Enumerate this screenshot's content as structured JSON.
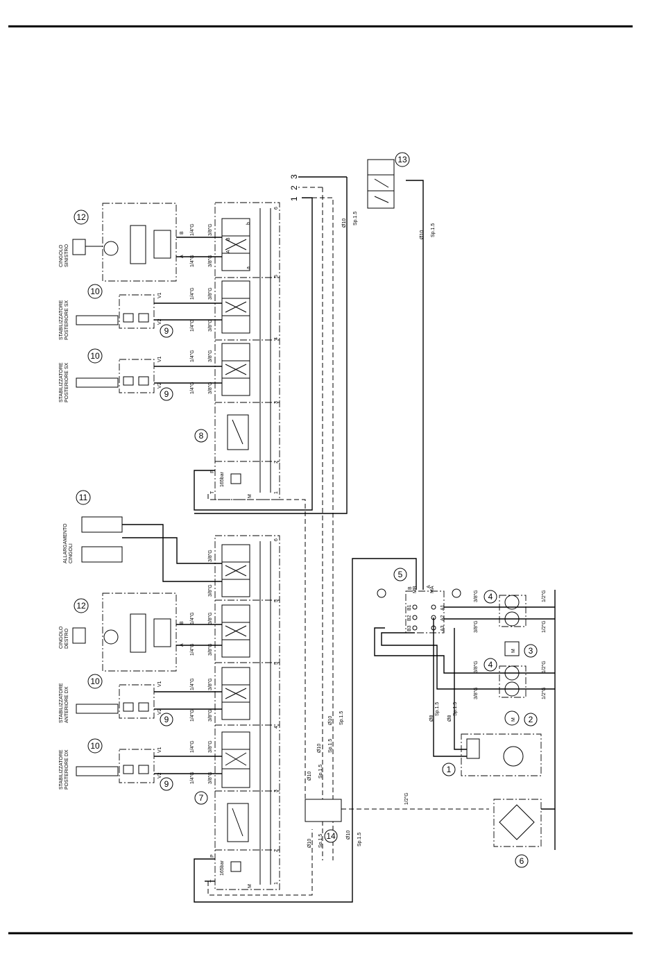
{
  "numbers": {
    "n1": "1",
    "n2": "2",
    "n3": "3",
    "n4a": "4",
    "n4b": "4",
    "n5": "5",
    "n6": "6",
    "n7": "7",
    "n8": "8",
    "n9a": "9",
    "n9b": "9",
    "n9c": "9",
    "n9d": "9",
    "n10a": "10",
    "n10b": "10",
    "n10c": "10",
    "n10d": "10",
    "n11": "11",
    "n12a": "12",
    "n12b": "12",
    "n13": "13",
    "n14": "14"
  },
  "labels": {
    "cingolo_sinistro_1": "CINGOLO",
    "cingolo_sinistro_2": "SINISTRO",
    "stab_post_sx_a_1": "STABILIZZATORE",
    "stab_post_sx_a_2": "POSTERIORE SX",
    "stab_post_sx_b_1": "STABILIZZATORE",
    "stab_post_sx_b_2": "POSTERIORE SX",
    "allargamento_1": "ALLARGAMENTO",
    "allargamento_2": "CINGOLI",
    "cingolo_destro_1": "CINGOLO",
    "cingolo_destro_2": "DESTRO",
    "stab_ant_dx_1": "STABILIZZATORE",
    "stab_ant_dx_2": "ANTERIORE DX",
    "stab_post_dx_1": "STABILIZZATORE",
    "stab_post_dx_2": "POSTERIORE DX"
  },
  "lines": {
    "l1": "1",
    "l2": "2",
    "l3": "3"
  },
  "specs": {
    "d10": "Ø10",
    "sp15": "Sp.1.5",
    "d8": "Ø8",
    "g14": "1/4\"G",
    "g38": "3/8\"G",
    "g12": "1/2\"G",
    "bar": "165bar"
  },
  "ports": {
    "A": "A",
    "B": "B",
    "a": "a",
    "b": "b",
    "P": "P",
    "T": "T",
    "M": "M",
    "V1": "V1",
    "V2": "V2",
    "MA": "MA",
    "MB": "MB",
    "A1": "A1",
    "A2": "A2",
    "A3": "A3",
    "B1": "B1",
    "B2": "B2",
    "B3": "B3",
    "motor": "M",
    "s1": "1",
    "s2": "2",
    "s3": "3",
    "s4": "4",
    "s5": "5",
    "s6": "6"
  }
}
